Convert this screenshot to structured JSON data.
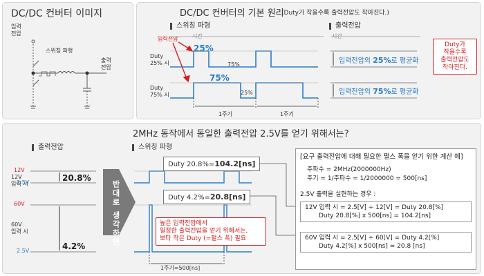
{
  "panel1": {
    "title": "DC/DC 컨버터 이미지",
    "input_label_1": "입력",
    "input_label_2": "전압",
    "switching_label": "스위칭 파형",
    "output_label_1": "출력",
    "output_label_2": "전압"
  },
  "panel2": {
    "title": "DC/DC 컨버터의 기본 원리",
    "subtitle": "(Duty가 작을수록 출력전압도 작아진다.)",
    "switch_header": "스위칭 파형",
    "output_header": "출력전압",
    "time_label": "시간",
    "input_voltage_label": "입력전압",
    "duty25": {
      "label1": "Duty",
      "label2": "25% 시",
      "pct_top": "25%",
      "pct_low": "75%",
      "avg_prefix": "입력전압의 ",
      "avg_value": "25%",
      "avg_suffix": "로 평균화"
    },
    "duty75": {
      "label1": "Duty",
      "label2": "75% 시",
      "pct_top": "75%",
      "pct_low": "25%",
      "avg_prefix": "입력전압의 ",
      "avg_value": "75%",
      "avg_suffix": "로 평균화"
    },
    "period_label": "1주기",
    "callout_1": "Duty가",
    "callout_2": "작을수록",
    "callout_3": "출력전압도",
    "callout_4": "작아진다."
  },
  "panel3": {
    "title": "2MHz 동작에서 동일한 출력전압 2.5V를 얻기 위해서는?",
    "output_header": "출력전압",
    "switch_header": "스위칭 파형",
    "v12": "12V",
    "v12_input_1": "12V",
    "v12_input_2": "입력 시",
    "v25_a": "2.5V",
    "pct_208": "20.8%",
    "v60": "60V",
    "v60_input_1": "60V",
    "v60_input_2": "입력 시",
    "v25_b": "2.5V",
    "pct_42": "4.2%",
    "arrow_text": "반대로 생각하면",
    "duty_box_1_prefix": "Duty 20.8%=",
    "duty_box_1_value": "104.2[ns]",
    "duty_box_2_prefix": "Duty 4.2%=",
    "duty_box_2_value": "20.8[ns]",
    "note_1": "높은 입력전압에서",
    "note_2": "일정한 출력전압을 얻기 위해서는,",
    "note_3": "보다 작은 Duty (=펄스 폭) 필요",
    "period_label": "1주기=500[ns]",
    "calc": {
      "title": "[요구 출력전압에 대해 필요한 펄스 폭을 얻기 위한 계산 예]",
      "freq": "주파수 = 2MHz(2000000Hz)",
      "period": "주기    = 1/주파수 = 1/2000000 = 500[ns]",
      "cond": "2.5V 출력을 실현하는 경우 :",
      "r12_line1": "12V 입력 시 = 2.5[V] ÷ 12[V] = Duty 20.8[%]",
      "r12_line2": "Duty 20.8[%] x 500[ns] = 104.2[ns]",
      "r60_line1": "60V 입력 시 = 2.5[V] ÷ 60[V] = Duty 4.2[%]",
      "r60_line2": "Duty 4.2[%] x 500[ns] = 20.8 [ns]"
    }
  },
  "colors": {
    "accent_blue": "#2a7cc7",
    "accent_red": "#d42020",
    "arrow_gray": "#7a7a7a"
  }
}
